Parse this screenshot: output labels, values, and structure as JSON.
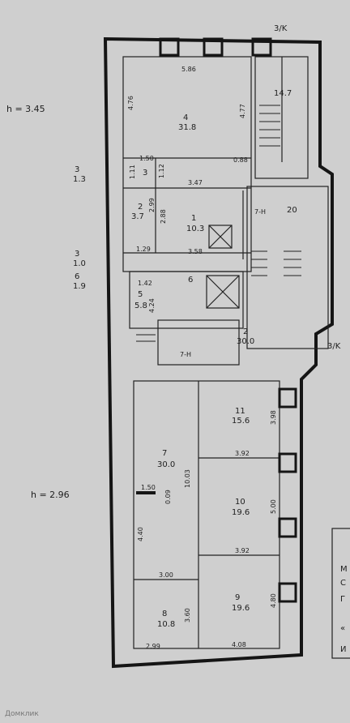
{
  "heights": {
    "upper": "h = 3.45",
    "lower": "h = 2.96"
  },
  "side_notes": [
    {
      "num": "3",
      "area": "1.3"
    },
    {
      "num": "3",
      "area": "1.0"
    },
    {
      "num": "6",
      "area": "1.9"
    }
  ],
  "rooms": [
    {
      "num": "4",
      "area": "31.8"
    },
    {
      "num": "3",
      "area": ""
    },
    {
      "num": "2",
      "area": "3.7"
    },
    {
      "num": "1",
      "area": "10.3"
    },
    {
      "num": "6",
      "area": ""
    },
    {
      "num": "5",
      "area": "5.8"
    },
    {
      "num": "2",
      "area": "30.0"
    },
    {
      "num": "11",
      "area": "15.6"
    },
    {
      "num": "7",
      "area": "30.0"
    },
    {
      "num": "10",
      "area": "19.6"
    },
    {
      "num": "8",
      "area": "10.8"
    },
    {
      "num": "9",
      "area": "19.6"
    },
    {
      "num": "",
      "area": "14.7"
    }
  ],
  "dimensions": [
    "5.86",
    "4.76",
    "4.77",
    "0.88",
    "1.50",
    "1.11",
    "1.12",
    "3.47",
    "2.99",
    "2.88",
    "3.58",
    "1.29",
    "1.42",
    "4.24",
    "3.98",
    "3.92",
    "10.03",
    "0.09",
    "5.00",
    "3.92",
    "4.40",
    "3.00",
    "3.60",
    "4.80",
    "2.99",
    "4.08",
    "1.50"
  ],
  "markers": {
    "stair_top": "3/K",
    "stair_right": "3/K",
    "code_20": "20",
    "code_7h_top": "7-H",
    "code_7h_bottom": "7-H"
  },
  "cut_text": [
    "M",
    "C",
    "Г",
    "«",
    "И"
  ],
  "watermark": "Домклик"
}
